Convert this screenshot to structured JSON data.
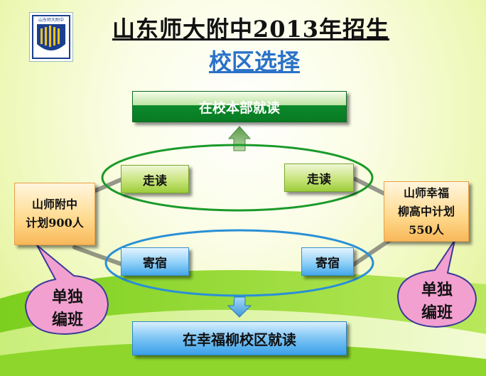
{
  "header": {
    "title": "山东师大附中2013年招生",
    "subtitle": "校区选择"
  },
  "logo": {
    "text": "山东师大附中"
  },
  "diagram": {
    "top_box": "在校本部就读",
    "bottom_box": "在幸福柳校区就读",
    "left_walk": "走读",
    "right_walk": "走读",
    "left_board": "寄宿",
    "right_board": "寄宿",
    "left_plan": [
      "山师附中",
      "计划900人"
    ],
    "right_plan": [
      "山师幸福",
      "柳高中计划",
      "550人"
    ],
    "left_bubble": [
      "单独",
      "编班"
    ],
    "right_bubble": [
      "单独",
      "编班"
    ]
  },
  "colors": {
    "green_ellipse": "#1a9a2a",
    "blue_ellipse": "#2a8fd6",
    "pink_bubble": "#f2a0d0",
    "title_blue": "#2a72c9"
  }
}
